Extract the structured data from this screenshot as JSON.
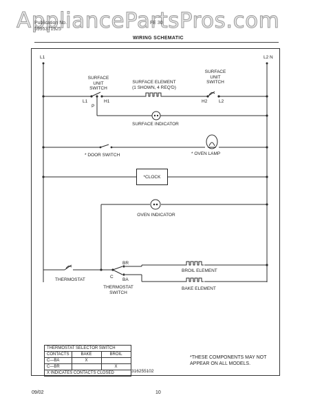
{
  "watermark": "AppliancePartsPros.com",
  "header": {
    "publication_label": "Publication No.",
    "publication_number": "5995371925",
    "model_code": "FE 30",
    "title": "WIRING SCHEMATIC"
  },
  "diagram": {
    "line_left": "L1",
    "line_right": "L2 N",
    "surface_switch_left": "SURFACE\nUNIT\nSWITCH",
    "surface_switch_left_terminals": {
      "l1": "L1",
      "h1": "H1",
      "p": "P"
    },
    "surface_element": "SURFACE ELEMENT\n(1 SHOWN, 4 REQ'D)",
    "surface_switch_right": "SURFACE\nUNIT\nSWITCH",
    "surface_switch_right_terminals": {
      "h2": "H2",
      "l2": "L2"
    },
    "surface_indicator": "SURFACE INDICATOR",
    "door_switch": "* DOOR SWITCH",
    "oven_lamp": "* OVEN LAMP",
    "clock": "*CLOCK",
    "oven_indicator": "OVEN INDICATOR",
    "thermostat": "THERMOSTAT",
    "thermostat_switch": "THERMOSTAT\nSWITCH",
    "terminal_br": "BR",
    "terminal_c": "C",
    "terminal_ba": "BA",
    "broil_element": "BROIL ELEMENT",
    "bake_element": "BAKE ELEMENT",
    "drawing_number": "316255102"
  },
  "selector_table": {
    "title": "THERMOSTAT SELECTOR SWITCH",
    "headers": [
      "CONTACTS",
      "BAKE",
      "BROIL"
    ],
    "rows": [
      [
        "C—BA",
        "X",
        ""
      ],
      [
        "C—BR",
        "",
        "X"
      ]
    ],
    "footnote": "X INDICATES CONTACTS CLOSED"
  },
  "note": "*THESE COMPONENTS MAY NOT\nAPPEAR ON ALL MODELS.",
  "footer": {
    "date": "09/02",
    "page": "10"
  }
}
